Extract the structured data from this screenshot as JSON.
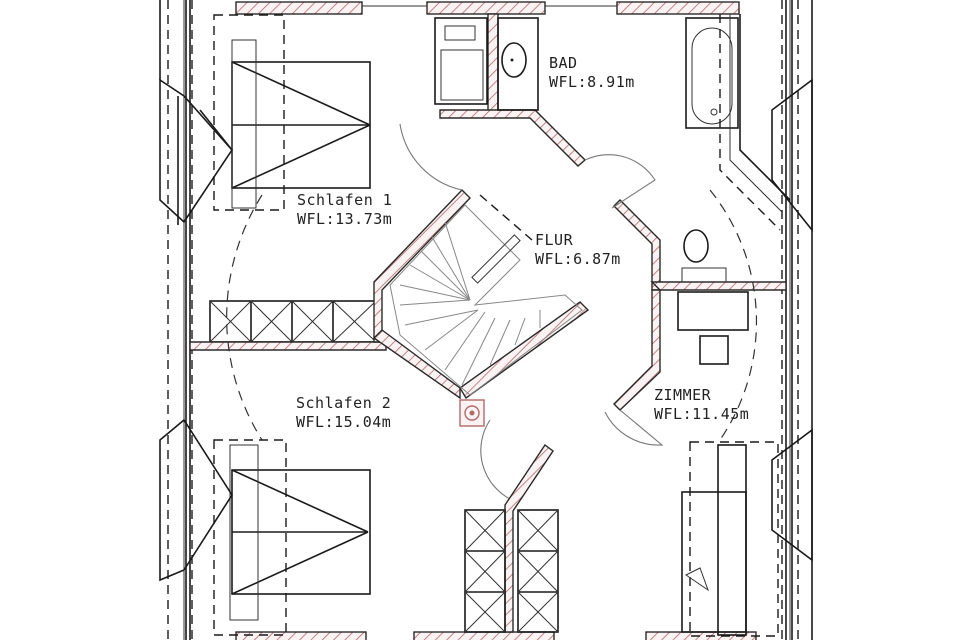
{
  "plan": {
    "type": "floor-plan",
    "wall_hatch_color": "#b06a6a",
    "line_color": "#1a1a1a",
    "rooms": [
      {
        "id": "bad",
        "name": "BAD",
        "area": "WFL:8.91m"
      },
      {
        "id": "schlafen1",
        "name": "Schlafen 1",
        "area": "WFL:13.73m"
      },
      {
        "id": "flur",
        "name": "FLUR",
        "area": "WFL:6.87m"
      },
      {
        "id": "schlafen2",
        "name": "Schlafen 2",
        "area": "WFL:15.04m"
      },
      {
        "id": "zimmer",
        "name": "ZIMMER",
        "area": "WFL:11.45m"
      }
    ]
  }
}
